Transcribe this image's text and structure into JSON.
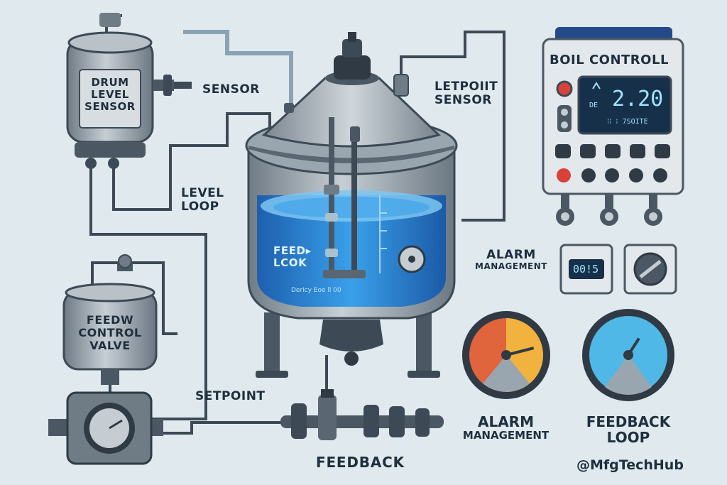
{
  "labels": {
    "drum_sensor": [
      "DRUM",
      "LEVEL",
      "SENSOR"
    ],
    "sensor": "SENSOR",
    "level_loop": [
      "LEVEL",
      "LOOP"
    ],
    "setpoint_sensor": [
      "LETPOIIT",
      "SENSOR"
    ],
    "feedw_valve": [
      "FEEDW",
      "CONTROL",
      "VALVE"
    ],
    "setpoint": "SETPOINT",
    "feedback": "FEEDBACK",
    "feed_look": [
      "FEED▸",
      "LCOK"
    ],
    "tank_tag": "Dericy Eoe ll 00",
    "alarm_mgmt_small": [
      "ALARM",
      "MANAGEMENT"
    ],
    "alarm_mgmt_large": [
      "ALARM",
      "MANAGEMENT"
    ],
    "feedback_loop": [
      "FEEDBACK",
      "LOOP"
    ]
  },
  "controller": {
    "title": "BOIL CONTROLL",
    "display_value": "2.20",
    "display_left": "DE",
    "display_bottom": "⁝⁝ ⁝ 7SOITE"
  },
  "alarm_display": "00!5",
  "watermark": "@MfgTechHub",
  "colors": {
    "background": "#dfe9ee",
    "metal": "#8a969f",
    "metal_dark": "#4b5864",
    "water": "#2a86d9",
    "water_light": "#7cc6f2",
    "gauge_red": "#e0643c",
    "gauge_yellow": "#f2b23e",
    "gauge_blue": "#4fb8e6",
    "panel": "#e3e8ec",
    "button_red": "#d7433a"
  },
  "gauges": {
    "alarm_needle_fraction": 0.78,
    "feedback_needle_fraction": 0.62
  }
}
